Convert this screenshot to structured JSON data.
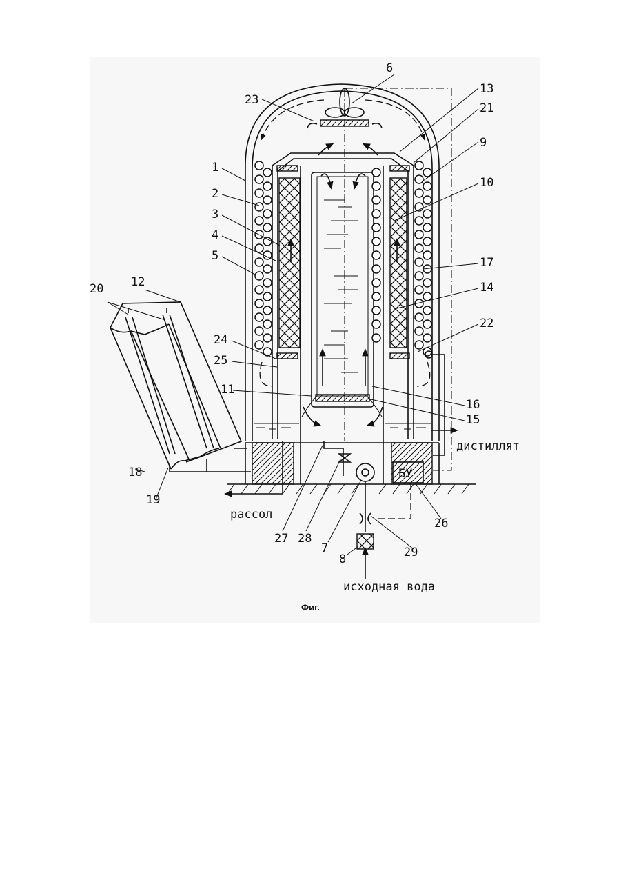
{
  "figure": {
    "caption": "Фиг.",
    "labels": {
      "brine": "рассол",
      "distillate": "дистиллят",
      "source_water": "исходная вода",
      "control_unit": "БУ"
    },
    "part_numbers": [
      "1",
      "2",
      "3",
      "4",
      "5",
      "6",
      "7",
      "8",
      "9",
      "10",
      "11",
      "12",
      "13",
      "14",
      "15",
      "16",
      "17",
      "18",
      "19",
      "20",
      "21",
      "22",
      "23",
      "24",
      "25",
      "26",
      "27",
      "28",
      "29"
    ]
  }
}
